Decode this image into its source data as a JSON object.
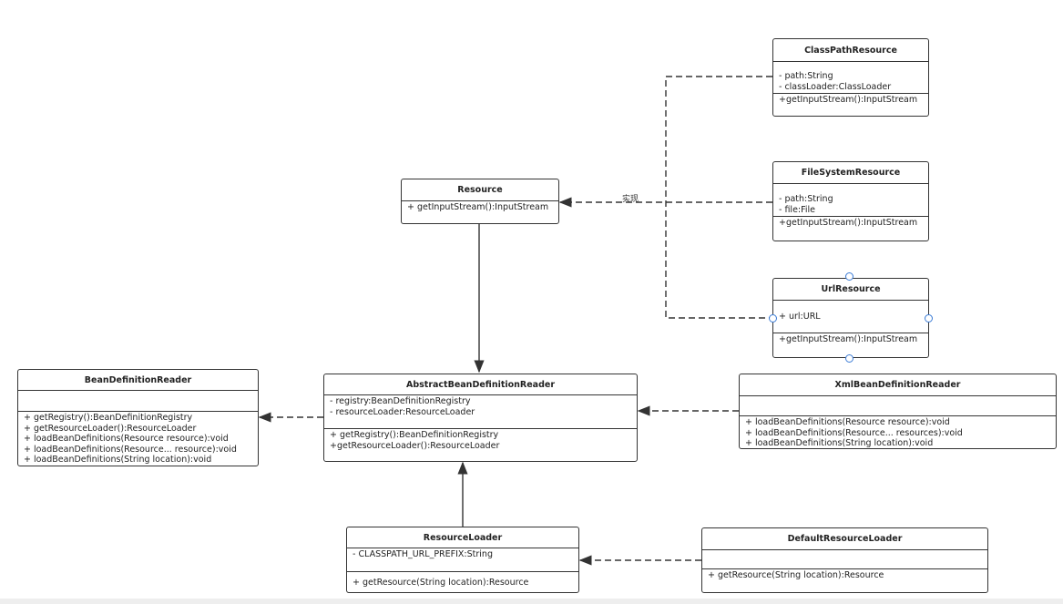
{
  "edge_label": "实现",
  "classes": {
    "classpath": {
      "name": "ClassPathResource",
      "attrs": [
        "- path:String",
        "- classLoader:ClassLoader"
      ],
      "methods": [
        "+getInputStream():InputStream"
      ]
    },
    "filesystem": {
      "name": "FileSystemResource",
      "attrs": [
        "- path:String",
        "- file:File"
      ],
      "methods": [
        "+getInputStream():InputStream"
      ]
    },
    "url": {
      "name": "UrlResource",
      "attrs": [
        "+ url:URL"
      ],
      "methods": [
        "+getInputStream():InputStream"
      ]
    },
    "resource": {
      "name": "Resource",
      "methods": [
        "+ getInputStream():InputStream"
      ]
    },
    "abstract": {
      "name": "AbstractBeanDefinitionReader",
      "attrs": [
        "- registry:BeanDefinitionRegistry",
        "- resourceLoader:ResourceLoader"
      ],
      "methods": [
        "+ getRegistry():BeanDefinitionRegistry",
        "+getResourceLoader():ResourceLoader"
      ]
    },
    "bdr": {
      "name": "BeanDefinitionReader",
      "methods": [
        "+ getRegistry():BeanDefinitionRegistry",
        "+ getResourceLoader():ResourceLoader",
        "+ loadBeanDefinitions(Resource resource):void",
        "+ loadBeanDefinitions(Resource... resource):void",
        "+ loadBeanDefinitions(String location):void"
      ]
    },
    "xml": {
      "name": "XmlBeanDefinitionReader",
      "methods": [
        "+ loadBeanDefinitions(Resource resource):void",
        "+ loadBeanDefinitions(Resource... resources):void",
        "+ loadBeanDefinitions(String location):void"
      ]
    },
    "loader": {
      "name": "ResourceLoader",
      "attrs": [
        "- CLASSPATH_URL_PREFIX:String"
      ],
      "methods": [
        "+ getResource(String location):Resource"
      ]
    },
    "default": {
      "name": "DefaultResourceLoader",
      "methods": [
        "+ getResource(String location):Resource"
      ]
    }
  }
}
